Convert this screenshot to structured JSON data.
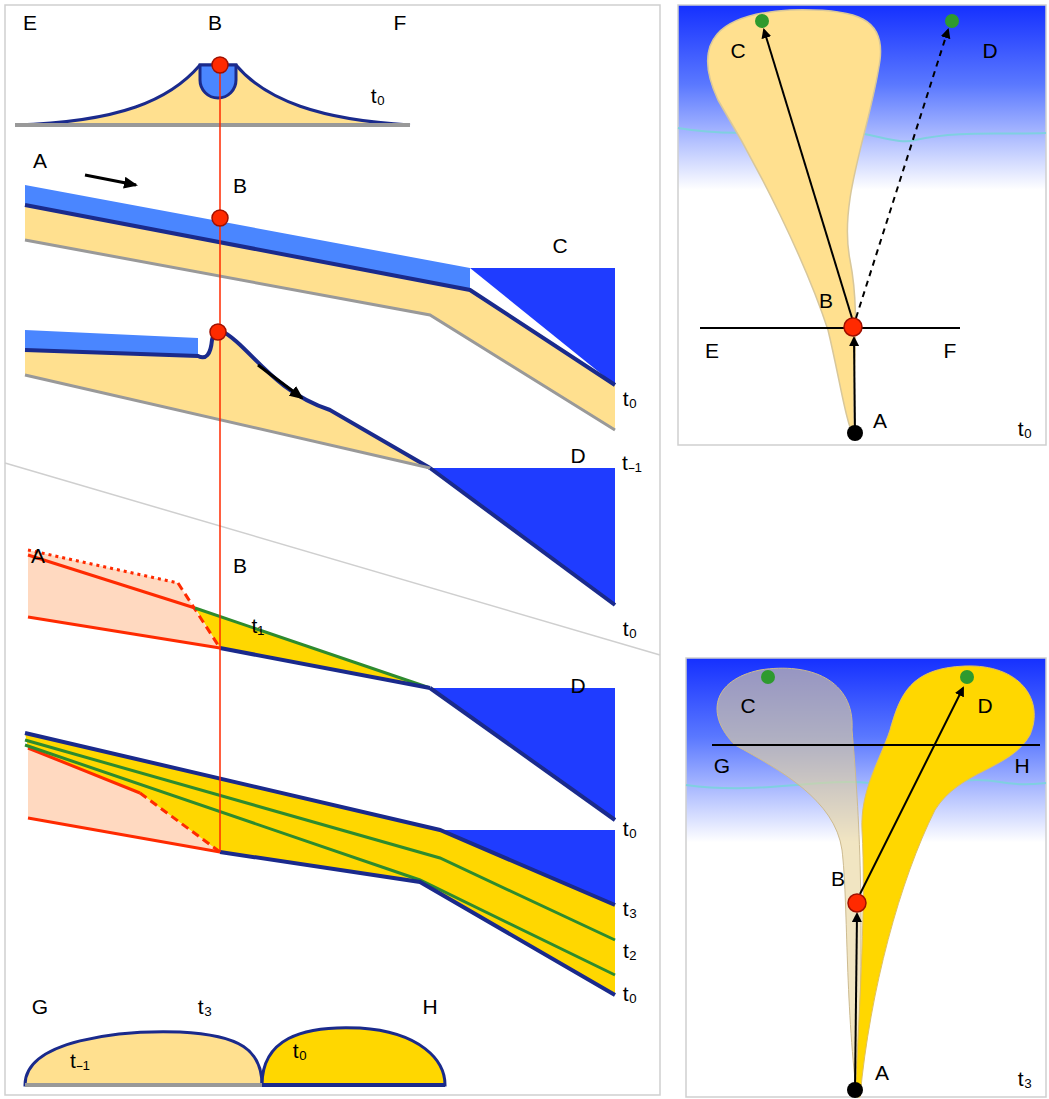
{
  "diagram": {
    "labels": [
      "E",
      "B",
      "F",
      "t₀",
      "A",
      "B",
      "C",
      "t₀",
      "t₋₁",
      "D",
      "t₀",
      "A",
      "B",
      "t₁",
      "D",
      "t₀",
      "t₃",
      "t₂",
      "t₀",
      "G",
      "t₃",
      "H",
      "t₋₁",
      "t₀",
      "C",
      "D",
      "B",
      "E",
      "F",
      "A",
      "t₀",
      "C",
      "D",
      "G",
      "H",
      "B",
      "A",
      "t₃"
    ]
  }
}
